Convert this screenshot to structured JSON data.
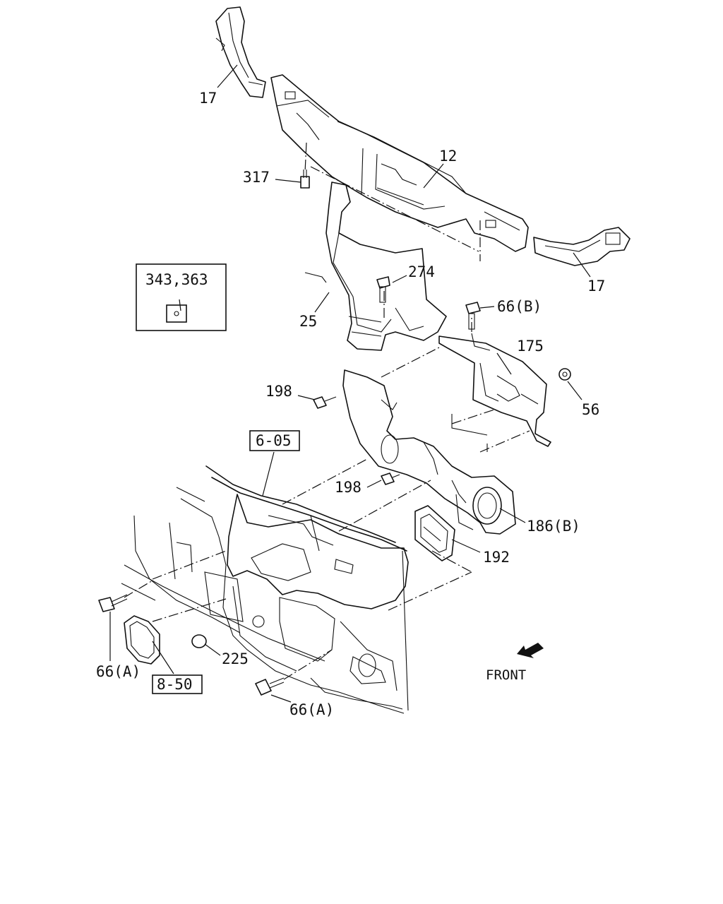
{
  "callouts": {
    "c17_top": "17",
    "c17_right": "17",
    "c12": "12",
    "c317": "317",
    "c274": "274",
    "c25": "25",
    "c66b": "66(B)",
    "c175": "175",
    "c198_upper": "198",
    "c198_lower": "198",
    "c56": "56",
    "c605": "6-05",
    "c186b": "186(B)",
    "c192": "192",
    "c225": "225",
    "c66a_left": "66(A)",
    "c66a_bottom": "66(A)",
    "c850": "8-50",
    "c343": "343,363"
  },
  "direction": {
    "label": "FRONT",
    "icon": "front-arrow-icon"
  }
}
